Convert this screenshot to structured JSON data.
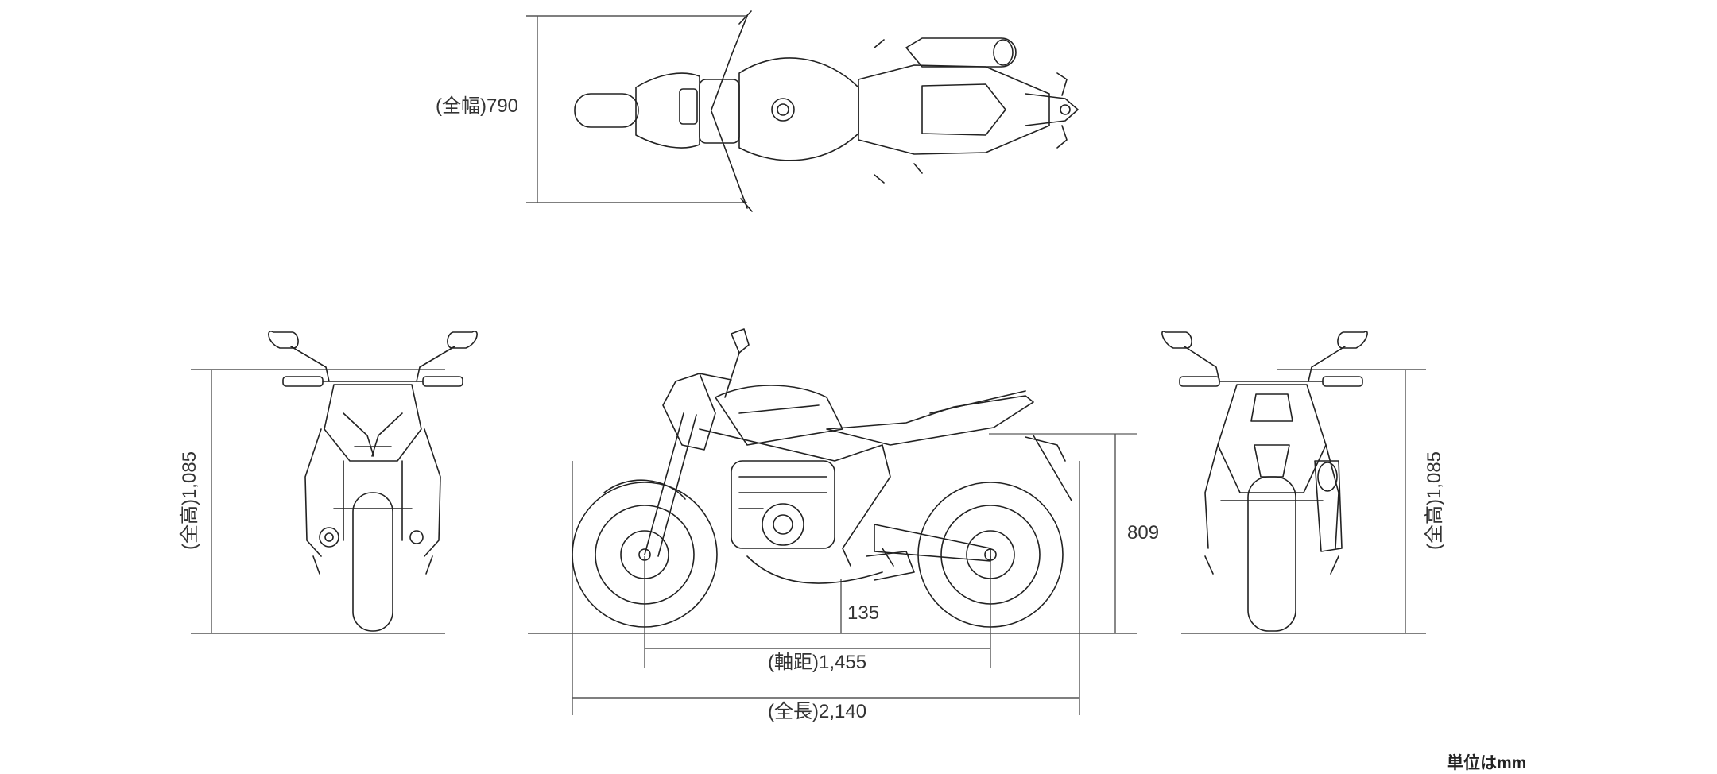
{
  "dimensions": {
    "overall_width": "(全幅)790",
    "overall_height_front": "(全高)1,085",
    "overall_height_rear": "(全高)1,085",
    "seat_height": "809",
    "ground_clearance": "135",
    "wheelbase": "(軸距)1,455",
    "overall_length": "(全長)2,140"
  },
  "unit_note": "単位はmm",
  "views": [
    "top",
    "front",
    "side",
    "rear"
  ],
  "colors": {
    "line": "#222222",
    "dimension": "#555555",
    "background": "#ffffff"
  }
}
